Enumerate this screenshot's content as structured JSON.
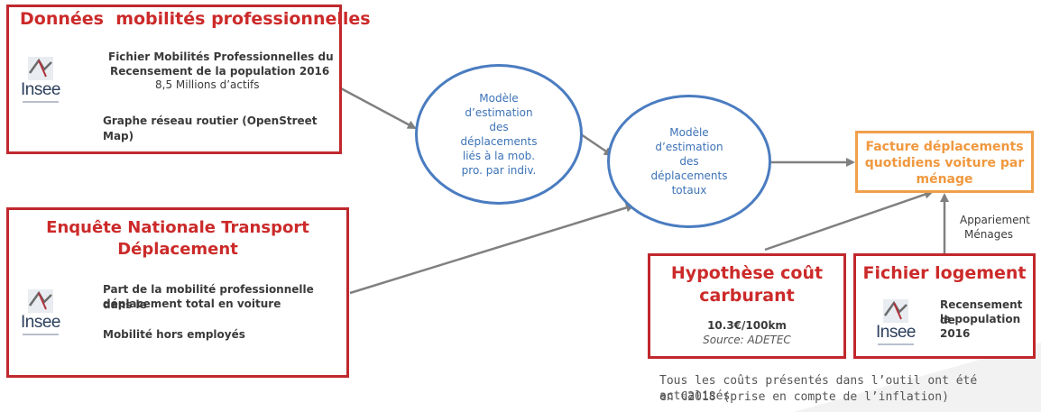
{
  "donnees_box": {
    "title": "Données  mobilités professionnelles",
    "line1": "Fichier Mobilités Professionnelles du",
    "line2": "Recensement de la population 2016",
    "line3": "8,5 Millions d’actifs",
    "line4": "Graphe réseau routier (OpenStreet Map)",
    "logo": "Insee"
  },
  "enquete_box": {
    "title_line1": "Enquête Nationale Transport",
    "title_line2": "Déplacement",
    "line1": "Part de la mobilité professionnelle dans le",
    "line2": "déplacement total en voiture",
    "line3": "Mobilité hors employés",
    "logo": "Insee"
  },
  "ellipse1": {
    "lines": [
      "Modèle",
      "d’estimation",
      "des",
      "déplacements",
      "liés à la mob.",
      "pro. par indiv."
    ]
  },
  "ellipse2": {
    "lines": [
      "Modèle",
      "d’estimation",
      "des",
      "déplacements",
      "totaux"
    ]
  },
  "facture_box": {
    "lines": [
      "Facture déplacements",
      "quotidiens voiture par",
      "ménage"
    ]
  },
  "appariement": {
    "line1": "Appariement",
    "line2": "Ménages"
  },
  "hypothese_box": {
    "title_line1": "Hypothèse coût",
    "title_line2": "carburant",
    "value": "10.3€/100km",
    "source": "Source: ADETEC"
  },
  "logement_box": {
    "title": "Fichier logement",
    "line1": "Recensement de",
    "line2": "la population",
    "line3": "2016",
    "logo": "Insee"
  },
  "footnote": {
    "line1": "Tous les coûts présentés dans l’outil ont été actualisés",
    "line2": "en €2018 (prise en compte de l’inflation)"
  },
  "colors": {
    "red": "#c0282d",
    "blue": "#4a7cc0",
    "orange": "#f0a04b",
    "arrow": "#808080"
  }
}
